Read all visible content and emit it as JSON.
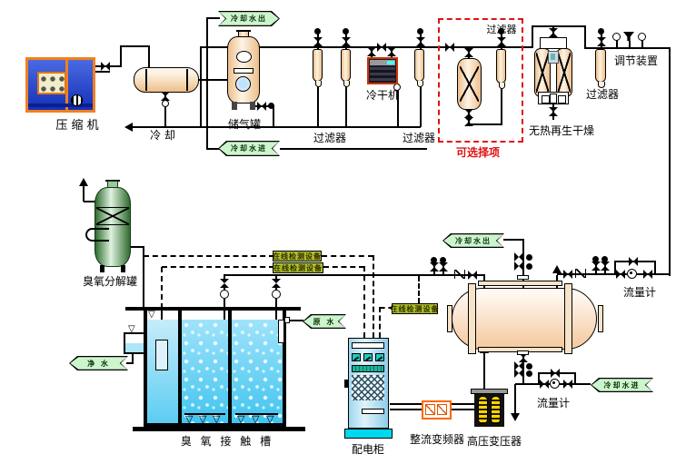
{
  "labels": {
    "compressor": "压 缩 机",
    "cooler": "冷  却",
    "air_tank": "储气罐",
    "filter_1": "过滤器",
    "fridge_dryer": "冷干机",
    "filter_2": "过滤器",
    "optional_filter": "过滤器",
    "optional_box": "可选择项",
    "heatless_dryer": "无热再生干燥",
    "filter_3": "过滤器",
    "regulator": "调节装置",
    "flowmeter_top": "流量计",
    "flowmeter_bottom": "流量计",
    "ozone_destructor": "臭氧分解罐",
    "contact_tank": "臭 氧 接 触 槽",
    "power_cabinet": "配电柜",
    "rectifier_inverter": "整流变频器",
    "hv_transformer": "高压变压器",
    "detector_1": "在线检测设备",
    "detector_2": "在线检测设备",
    "detector_3": "在线检测设备"
  },
  "banners": {
    "cooling_out_top": "冷却水出",
    "cooling_in_top": "冷却水进",
    "cooling_out_gen": "冷却水出",
    "cooling_in_gen": "冷却水进",
    "clean_water": "净 水",
    "raw_water": "原 水"
  },
  "icons": {
    "water_level": "▽",
    "diffuser": "▽"
  },
  "colors": {
    "banner_green": "#cdf5cd",
    "detector_green": "#a6c22a",
    "optional_red": "#e11111",
    "compressor_blue": "#2244cc",
    "compressor_frame_orange": "#f08020",
    "vessel_cream": "#edbe8a",
    "destructor_green": "#2e6b2e",
    "water_blue": "#49c8f2",
    "cabinet_blue": "#bfe6f5",
    "transformer_coil_yellow": "#ffd400",
    "dryer_frame_orange": "#cc3300"
  }
}
